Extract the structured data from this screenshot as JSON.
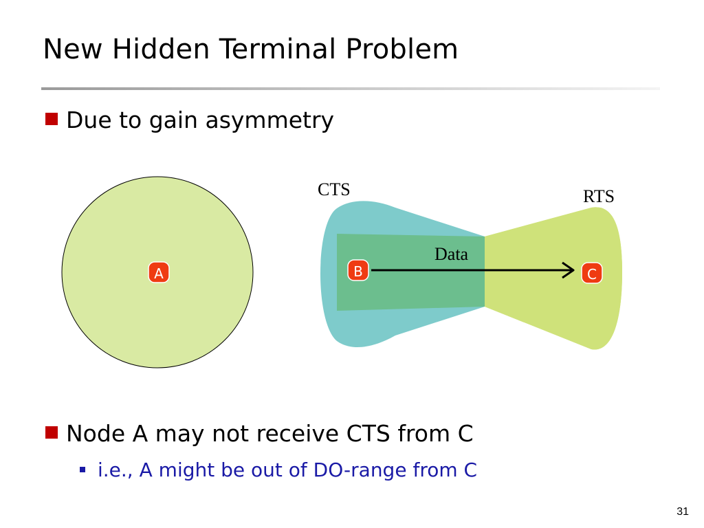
{
  "slide": {
    "title": "New Hidden Terminal Problem",
    "bullets": [
      {
        "text": "Due to gain asymmetry"
      },
      {
        "text": "Node A may not receive CTS from C"
      }
    ],
    "sub_bullets": [
      {
        "text": "i.e., A might be out of DO-range from C"
      }
    ],
    "page_number": "31"
  },
  "diagram": {
    "nodes": [
      {
        "label": "A"
      },
      {
        "label": "B"
      },
      {
        "label": "C"
      }
    ],
    "region_labels": {
      "cts": "CTS",
      "rts": "RTS",
      "data": "Data"
    },
    "colors": {
      "circle_fill": "#d9eaa3",
      "cts_fill": "#7ecbcb",
      "rts_fill": "#cfe27a",
      "overlap_fill": "#6cbe8e",
      "node_fill": "#ef3b12",
      "bullet_red": "#c00000",
      "sub_bullet_blue": "#1a1aa6"
    }
  }
}
